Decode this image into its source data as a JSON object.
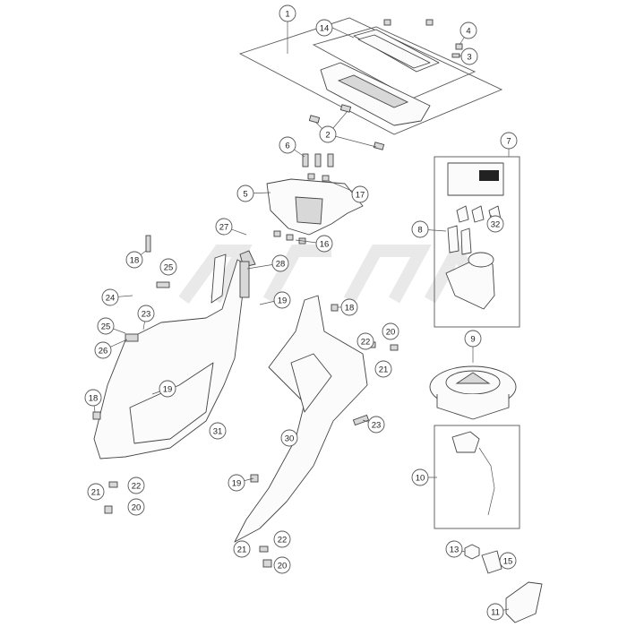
{
  "diagram": {
    "callouts": [
      "1",
      "14",
      "4",
      "3",
      "2",
      "6",
      "7",
      "5",
      "17",
      "27",
      "16",
      "8",
      "32",
      "18",
      "25",
      "28",
      "24",
      "19",
      "23",
      "18",
      "25",
      "26",
      "22",
      "20",
      "21",
      "9",
      "18",
      "19",
      "31",
      "23",
      "30",
      "10",
      "22",
      "21",
      "20",
      "19",
      "22",
      "21",
      "20",
      "13",
      "15",
      "11"
    ],
    "sticker": {
      "line1": "",
      "line2": ""
    }
  },
  "colors": {
    "line": "#444444",
    "callout_stroke": "#555555",
    "watermark": "#e9e9e9",
    "background": "#ffffff"
  }
}
